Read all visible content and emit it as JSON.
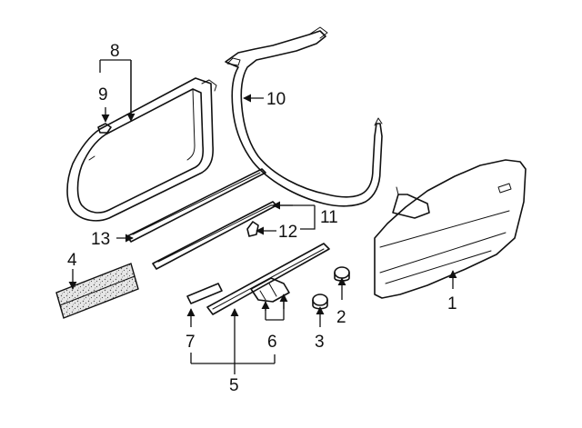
{
  "callouts": [
    {
      "id": "c1",
      "label": "1"
    },
    {
      "id": "c2",
      "label": "2"
    },
    {
      "id": "c3",
      "label": "3"
    },
    {
      "id": "c4",
      "label": "4"
    },
    {
      "id": "c5",
      "label": "5"
    },
    {
      "id": "c6",
      "label": "6"
    },
    {
      "id": "c7",
      "label": "7"
    },
    {
      "id": "c8",
      "label": "8"
    },
    {
      "id": "c9",
      "label": "9"
    },
    {
      "id": "c10",
      "label": "10"
    },
    {
      "id": "c11",
      "label": "11"
    },
    {
      "id": "c12",
      "label": "12"
    },
    {
      "id": "c13",
      "label": "13"
    }
  ],
  "colors": {
    "line": "#111111",
    "background": "#ffffff",
    "shade": "#d9d9d9"
  }
}
